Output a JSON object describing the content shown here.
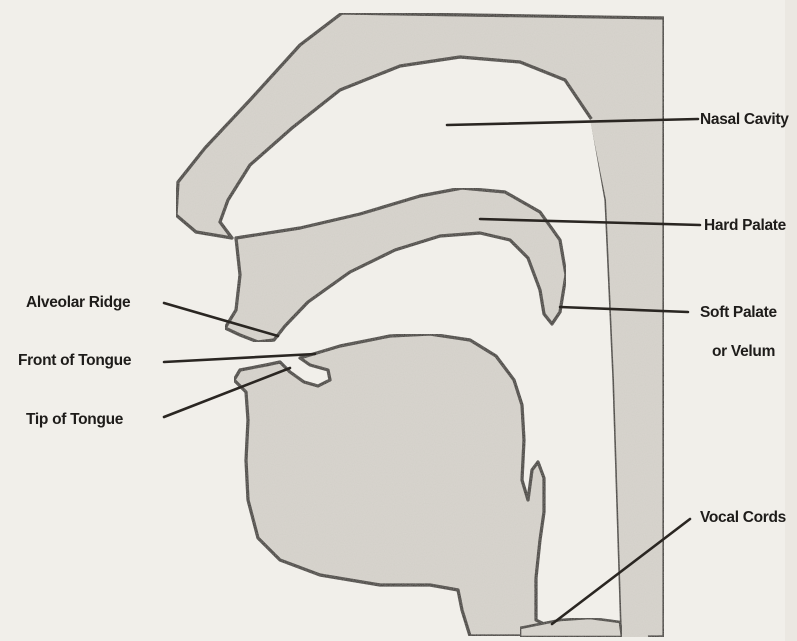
{
  "diagram": {
    "labels": {
      "nasal_cavity": "Nasal Cavity",
      "hard_palate": "Hard Palate",
      "soft_palate_line1": "Soft Palate",
      "soft_palate_line2": "or Velum",
      "alveolar_ridge": "Alveolar Ridge",
      "front_of_tongue": "Front of Tongue",
      "tip_of_tongue": "Tip of Tongue",
      "vocal_cords": "Vocal Cords"
    },
    "colors": {
      "tissue_fill": "#d9d6cf",
      "outline": "#2a2622",
      "paper": "#f1efea"
    }
  }
}
